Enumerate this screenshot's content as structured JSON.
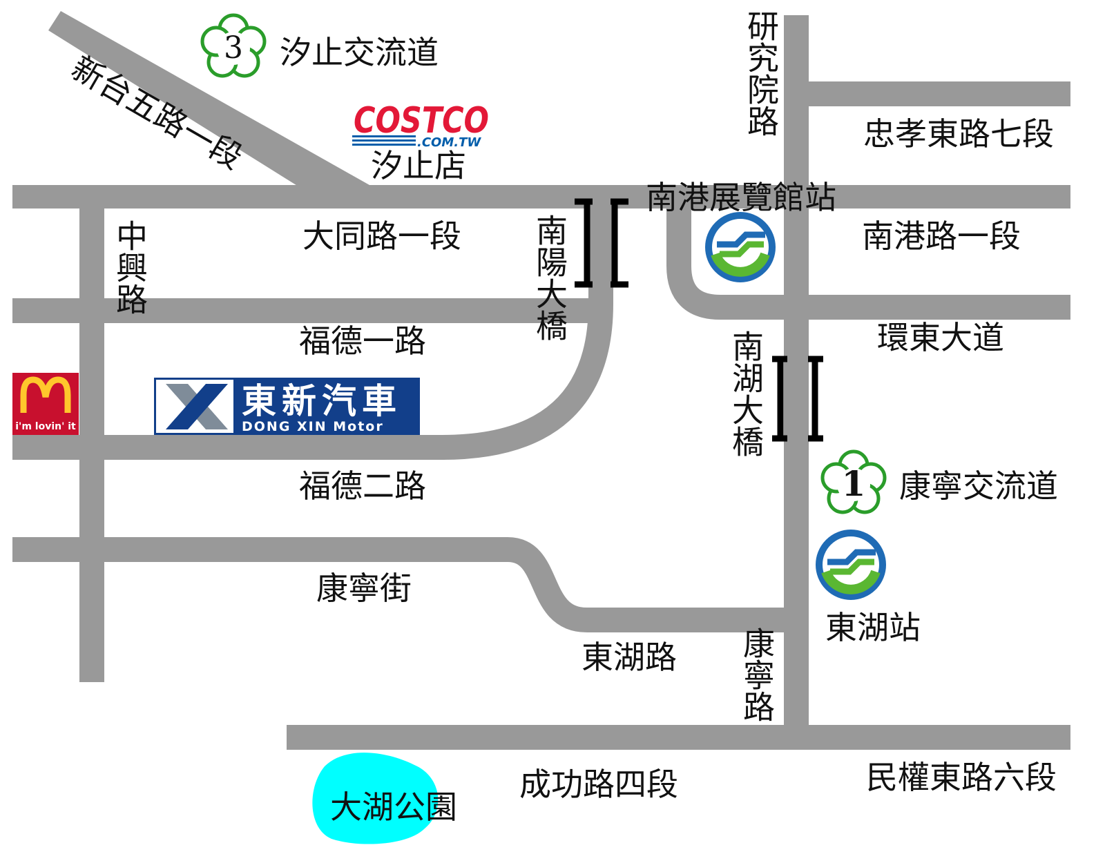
{
  "roads": {
    "xintai": "新台五路一段",
    "datong": "大同路一段",
    "zhongxing": "中興路",
    "fude1": "福德一路",
    "fude2": "福德二路",
    "kangning_st": "康寧街",
    "donghu_rd": "東湖路",
    "kangning_rd": "康寧路",
    "chenggong": "成功路四段",
    "minquan": "民權東路六段",
    "yanjiuyuan": "研究院路",
    "zhongxiao": "忠孝東路七段",
    "nangang_rd": "南港路一段",
    "huandong": "環東大道"
  },
  "bridges": {
    "nanyang": "南陽大橋",
    "nanhu": "南湖大橋"
  },
  "interchanges": [
    {
      "number": "3",
      "name": "汐止交流道"
    },
    {
      "number": "1",
      "name": "康寧交流道"
    }
  ],
  "stations": {
    "nangang_exhibition": "南港展覽館站",
    "donghu": "東湖站"
  },
  "costco": {
    "logo_main": "COSTCO",
    "logo_sub": ".COM.TW",
    "branch": "汐止店",
    "color_red": "#e31837",
    "color_blue": "#005daa"
  },
  "mcdonalds": {
    "slogan": "i'm lovin' it",
    "bg_color": "#c8102e",
    "arch_color": "#ffc72c"
  },
  "dongxin": {
    "name_zh": "東新汽車",
    "name_en": "DONG XIN Motor",
    "bg_color": "#123f8a"
  },
  "park": {
    "name": "大湖公園",
    "color": "#00ffff"
  },
  "colors": {
    "road": "#999999",
    "flower": "#2a9d2a",
    "metro_blue": "#1f6bb5",
    "metro_green": "#5ab732"
  }
}
